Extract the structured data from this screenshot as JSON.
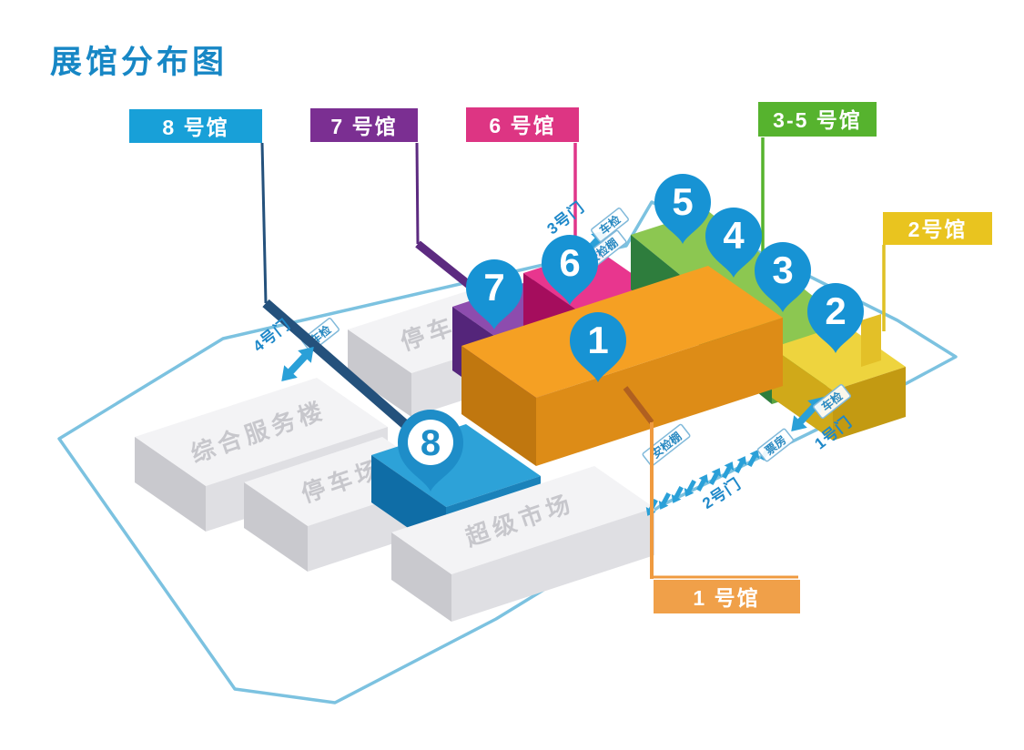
{
  "title": "展馆分布图",
  "hall_labels": {
    "h1": "1 号馆",
    "h2": "2号馆",
    "h35": "3-5 号馆",
    "h6": "6 号馆",
    "h7": "7 号馆",
    "h8": "8 号馆"
  },
  "pins": {
    "p1": "1",
    "p2": "2",
    "p3": "3",
    "p4": "4",
    "p5": "5",
    "p6": "6",
    "p7": "7",
    "p8": "8"
  },
  "buildings": {
    "service_building": "综合服务楼",
    "parking": "停车场",
    "supermarket": "超级市场"
  },
  "gates": {
    "g1": "1号门",
    "g2": "2号门",
    "g3": "3号门",
    "g4": "4号门"
  },
  "checkpoints": {
    "vehicle_check": "车检",
    "security_tent": "安检棚",
    "ticket_office": "票房"
  },
  "colors": {
    "title": "#1787c5",
    "hall1": "#f0a049",
    "hall2": "#e9c41f",
    "hall35": "#56b32e",
    "hall6": "#dd3583",
    "hall7": "#7b2f92",
    "hall8": "#18a0d8",
    "pin_blue": "#1793d4",
    "boundary": "#7cc2e0",
    "gate_text": "#1e88c9"
  }
}
